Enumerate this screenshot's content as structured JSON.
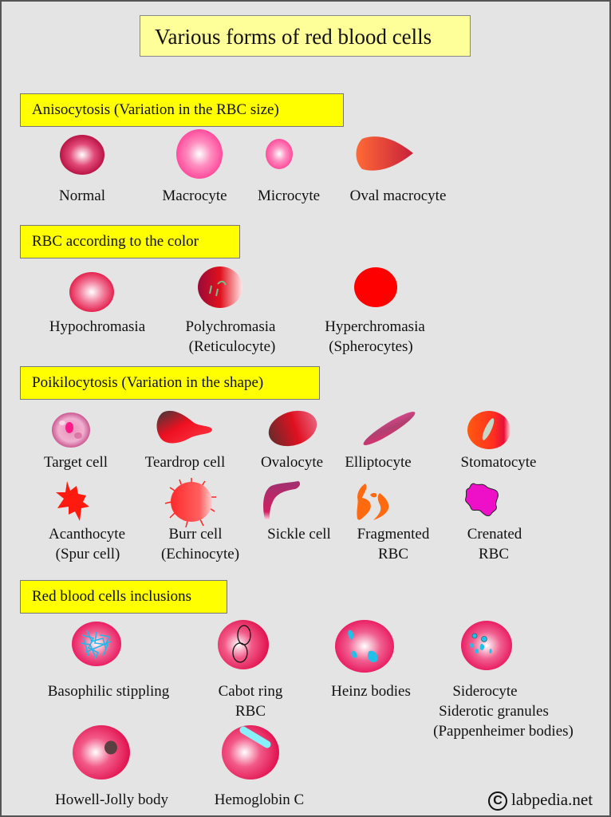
{
  "title": "Various forms of red blood cells",
  "sections": {
    "anisocytosis": {
      "heading": "Anisocytosis (Variation in the RBC size)",
      "items": [
        {
          "label": "Normal",
          "icon": "normal-rbc-icon"
        },
        {
          "label": "Macrocyte",
          "icon": "macrocyte-icon"
        },
        {
          "label": "Microcyte",
          "icon": "microcyte-icon"
        },
        {
          "label": "Oval macrocyte",
          "icon": "oval-macrocyte-icon"
        }
      ]
    },
    "color": {
      "heading": "RBC according to the color",
      "items": [
        {
          "label": "Hypochromasia",
          "icon": "hypochromasia-icon"
        },
        {
          "label": "Polychromasia",
          "sublabel": "(Reticulocyte)",
          "icon": "polychromasia-icon"
        },
        {
          "label": "Hyperchromasia",
          "sublabel": "(Spherocytes)",
          "icon": "hyperchromasia-icon"
        }
      ]
    },
    "poikilocytosis": {
      "heading": "Poikilocytosis (Variation in the shape)",
      "items": [
        {
          "label": "Target cell",
          "icon": "target-cell-icon"
        },
        {
          "label": "Teardrop cell",
          "icon": "teardrop-cell-icon"
        },
        {
          "label": "Ovalocyte",
          "icon": "ovalocyte-icon"
        },
        {
          "label": "Elliptocyte",
          "icon": "elliptocyte-icon"
        },
        {
          "label": "Stomatocyte",
          "icon": "stomatocyte-icon"
        },
        {
          "label": "Acanthocyte",
          "sublabel": "(Spur cell)",
          "icon": "acanthocyte-icon"
        },
        {
          "label": "Burr cell",
          "sublabel": "(Echinocyte)",
          "icon": "burr-cell-icon"
        },
        {
          "label": "Sickle cell",
          "icon": "sickle-cell-icon"
        },
        {
          "label": "Fragmented",
          "sublabel": "RBC",
          "icon": "fragmented-rbc-icon"
        },
        {
          "label": "Crenated",
          "sublabel": "RBC",
          "icon": "crenated-rbc-icon"
        }
      ]
    },
    "inclusions": {
      "heading": "Red blood cells inclusions",
      "items": [
        {
          "label": "Basophilic stippling",
          "icon": "basophilic-stippling-icon"
        },
        {
          "label": "Cabot ring",
          "sublabel": "RBC",
          "icon": "cabot-ring-icon"
        },
        {
          "label": "Heinz bodies",
          "icon": "heinz-bodies-icon"
        },
        {
          "label": "Siderocyte",
          "sublabel": "Siderotic granules",
          "sublabel2": "(Pappenheimer bodies)",
          "icon": "siderocyte-icon"
        },
        {
          "label": "Howell-Jolly body",
          "icon": "howell-jolly-body-icon"
        },
        {
          "label": "Hemoglobin C",
          "icon": "hemoglobin-c-icon"
        }
      ]
    }
  },
  "copyright": {
    "symbol": "C",
    "text": "labpedia.net"
  },
  "colors": {
    "background": "#e4e4e4",
    "title_box": "#ffff99",
    "section_box": "#ffff00",
    "rbc_pink": "#e8205a",
    "inclusion_cyan": "#22c8e8"
  }
}
